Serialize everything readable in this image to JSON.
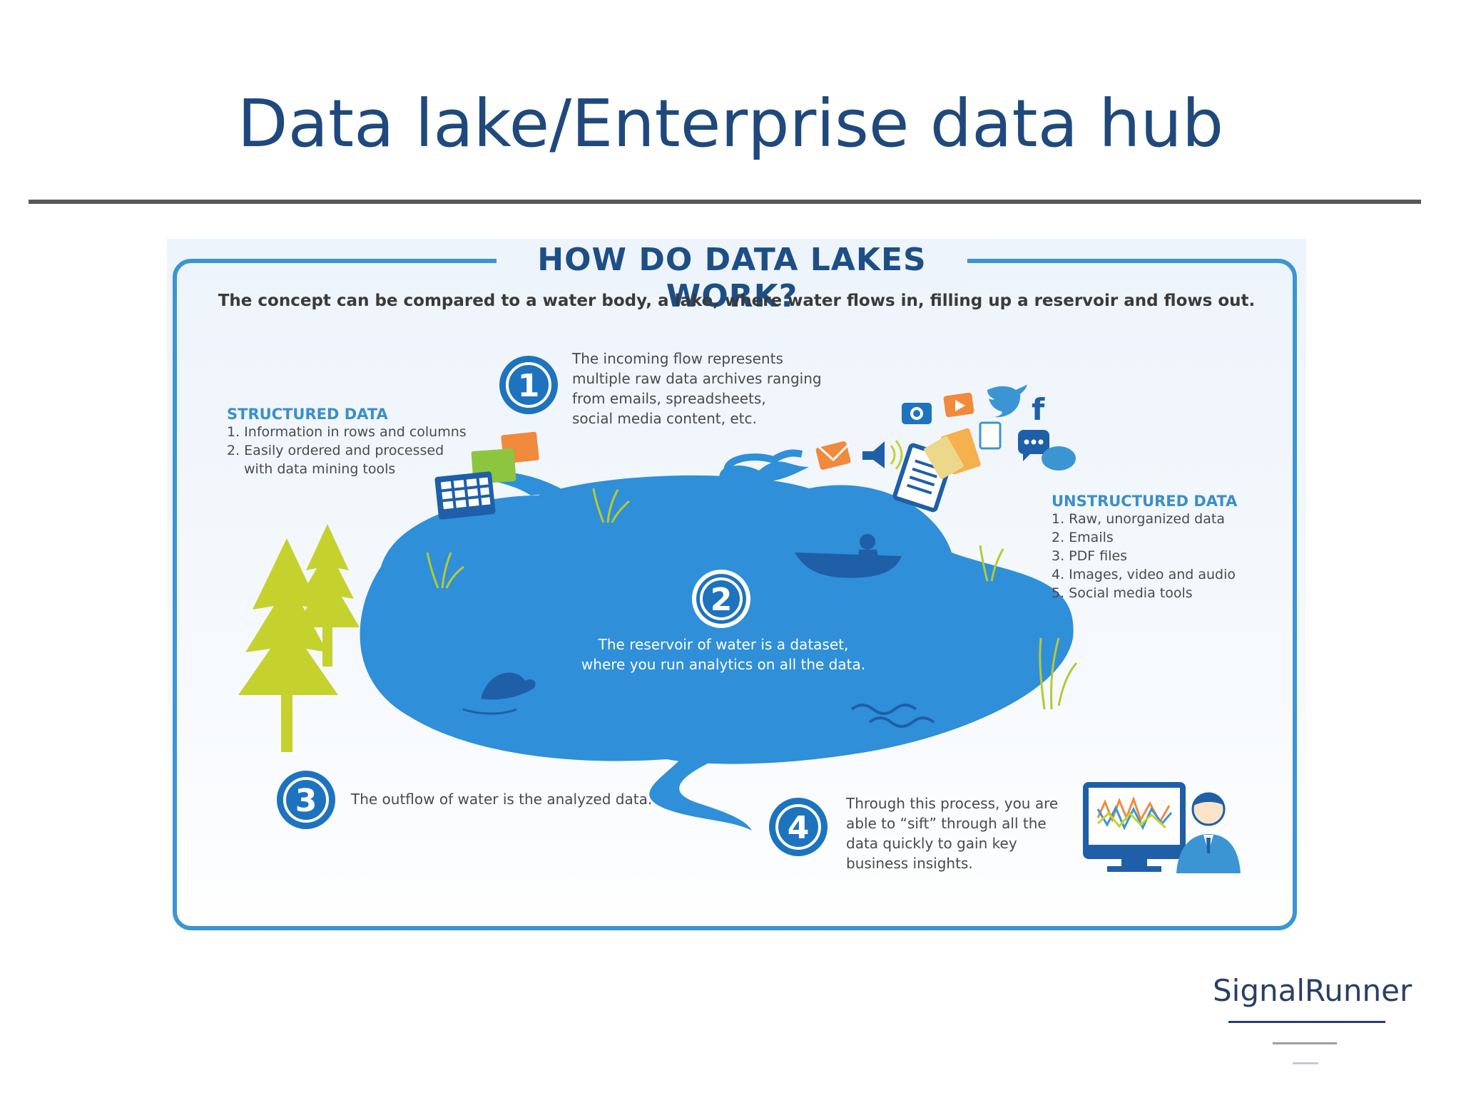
{
  "slide": {
    "title": "Data lake/Enterprise data hub",
    "brand": "SignalRunner"
  },
  "infographic": {
    "title": "HOW DO DATA LAKES WORK?",
    "subtitle": "The concept can be compared to a water body, a lake, where water flows in, filling up a reservoir and flows out.",
    "steps": [
      {
        "number": "1",
        "lines": [
          "The incoming flow represents",
          "multiple raw data archives ranging",
          "from emails, spreadsheets,",
          "social media content, etc."
        ]
      },
      {
        "number": "2",
        "lines": [
          "The reservoir of water is a dataset,",
          "where you run analytics on all the data."
        ]
      },
      {
        "number": "3",
        "lines": [
          "The outflow of water is the analyzed data."
        ]
      },
      {
        "number": "4",
        "lines": [
          "Through this process, you are",
          "able to “sift” through all the",
          "data quickly to gain key",
          "business insights."
        ]
      }
    ],
    "structured": {
      "title": "STRUCTURED DATA",
      "items": [
        "1. Information in rows and columns",
        "2. Easily ordered and processed",
        "with data mining tools"
      ]
    },
    "unstructured": {
      "title": "UNSTRUCTURED DATA",
      "items": [
        "1. Raw, unorganized data",
        "2. Emails",
        "3. PDF files",
        "4. Images, video and audio",
        "5. Social media tools"
      ]
    },
    "icons": [
      "tree-icon",
      "spreadsheet-icon",
      "camera-icon",
      "video-icon",
      "twitter-icon",
      "facebook-icon",
      "email-icon",
      "megaphone-icon",
      "document-icon",
      "chat-icon",
      "boat-icon",
      "fish-icon",
      "monitor-chart-icon",
      "user-icon"
    ],
    "colors": {
      "frame": "#3b95d3",
      "lake": "#2f8fd8",
      "badge": "#1e73be",
      "title": "#1d4f86"
    }
  }
}
